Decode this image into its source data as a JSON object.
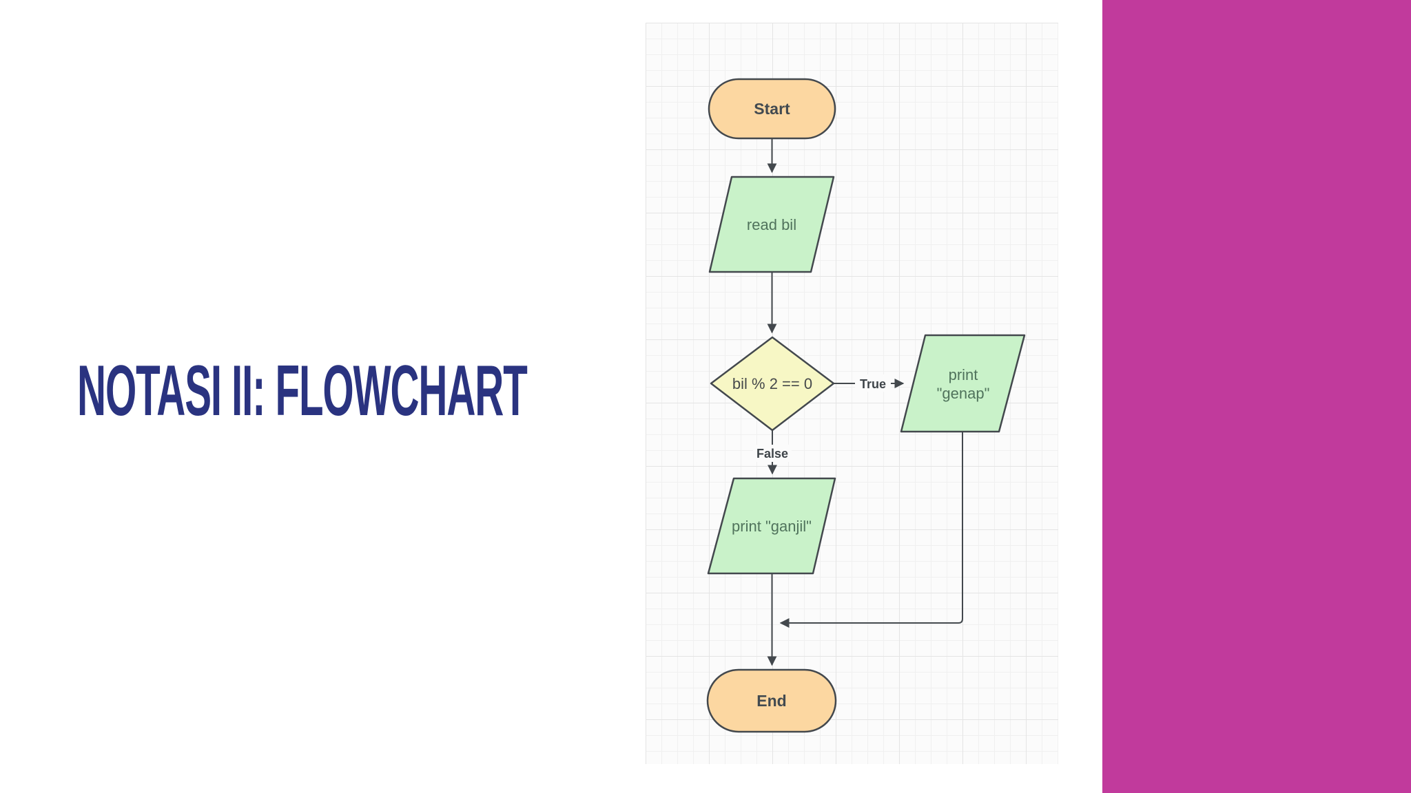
{
  "slide": {
    "title": "NOTASI II: FLOWCHART"
  },
  "flowchart": {
    "start": "Start",
    "read": "read bil",
    "decision": "bil % 2 == 0",
    "true_label": "True",
    "false_label": "False",
    "genap_line1": "print",
    "genap_line2": "\"genap\"",
    "ganjil": "print \"ganjil\"",
    "end": "End"
  },
  "colors": {
    "title_color": "#2a3380",
    "accent_bar": "#c13a9c",
    "terminal_fill": "#fcd7a1",
    "process_fill": "#c9f2c9",
    "decision_fill": "#f7f7c5",
    "stroke": "#43484d",
    "terminal_text": "#424a50",
    "process_text": "#50735c",
    "decision_text": "#46494b",
    "edge_label": "#3e4449",
    "canvas_bg": "#fbfbfb",
    "grid_minor": "#f0f0f0",
    "grid_major": "#e4e4e4"
  }
}
